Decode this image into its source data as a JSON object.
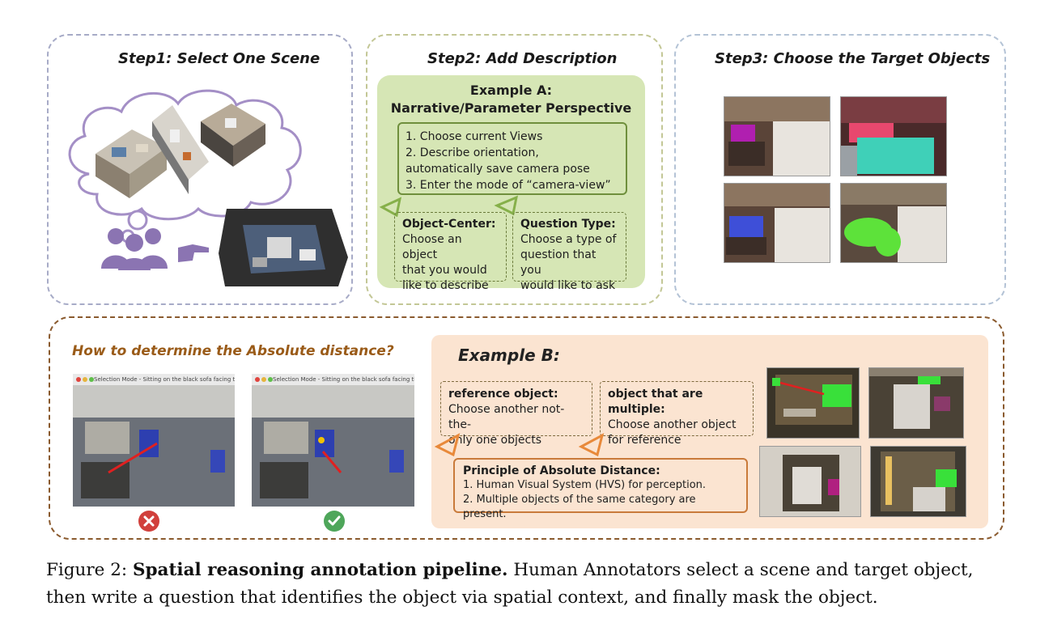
{
  "step1": {
    "title": "Step1: Select  One Scene"
  },
  "step2": {
    "title": "Step2: Add Description",
    "example_title_line1": "Example A:",
    "example_title_line2": "Narrative/Parameter Perspective",
    "steps": [
      "1. Choose current Views",
      "2. Describe orientation,",
      "automatically save camera pose",
      "3. Enter the mode of “camera-view”"
    ],
    "object_center": {
      "heading": "Object-Center:",
      "lines": [
        "Choose an object",
        "that you would",
        "like to describe"
      ]
    },
    "question_type": {
      "heading": "Question Type:",
      "lines": [
        "Choose a type of",
        "question that you",
        "would like to ask"
      ]
    }
  },
  "step3": {
    "title": "Step3: Choose the Target Objects"
  },
  "absolute": {
    "question": "How to determine the Absolute distance?",
    "window_title": "Selection Mode - Sitting on the black sofa facing the blackboard, th..."
  },
  "example_b": {
    "title": "Example B:",
    "reference": {
      "heading": "reference object:",
      "lines": [
        "Choose another not-the-",
        "only one objects"
      ]
    },
    "multiple": {
      "heading": "object that are multiple:",
      "lines": [
        "Choose another object",
        "for reference"
      ]
    },
    "principle": {
      "heading": "Principle of Absolute Distance:",
      "lines": [
        "1. Human Visual System (HVS) for perception.",
        "2. Multiple objects of the same category are present."
      ]
    }
  },
  "caption": {
    "prefix": "Figure 2: ",
    "bold": "Spatial reasoning annotation pipeline.",
    "rest": " Human Annotators select a scene and target object, then write a question that identifies the object via spatial context, and finally mask the object."
  },
  "colors": {
    "cloud_outline": "#a48fc6",
    "people_icon": "#8b74b2",
    "green_panel": "#d6e6b5",
    "orange_panel": "#fbe4d1",
    "wrong_mark": "#d1403c",
    "right_mark": "#4ea65a"
  }
}
